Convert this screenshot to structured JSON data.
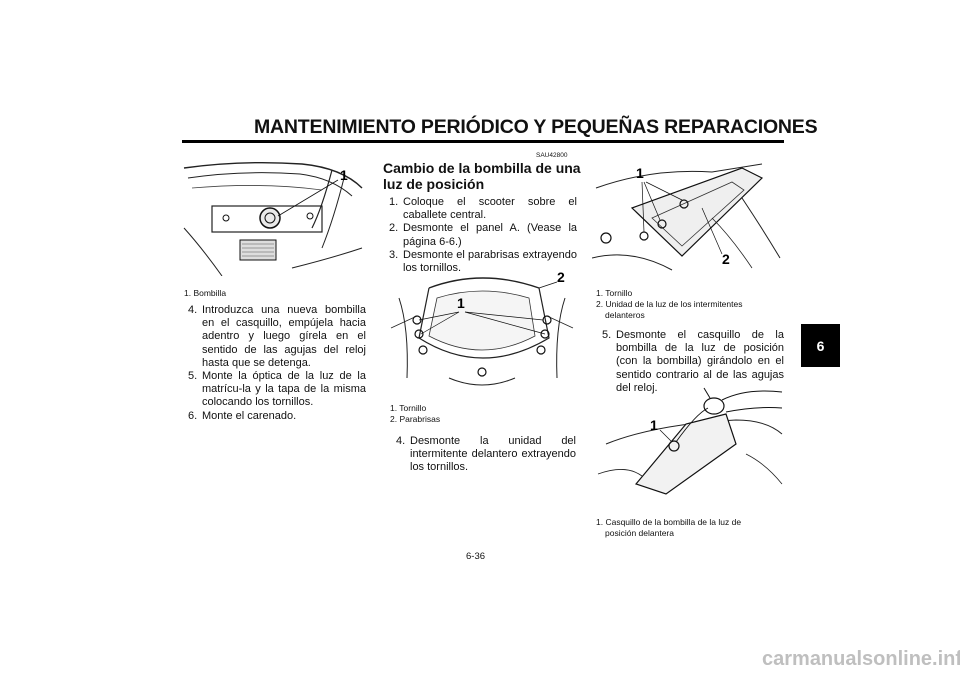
{
  "header": {
    "title": "MANTENIMIENTO PERIÓDICO Y PEQUEÑAS REPARACIONES"
  },
  "chapter_tab": "6",
  "figure1": {
    "callout": "1",
    "caption": "1. Bombilla"
  },
  "left_steps": [
    {
      "n": "4.",
      "text": "Introduzca una nueva bombilla en el casquillo, empújela hacia adentro y luego gírela en el sentido de las agujas del reloj hasta que se detenga."
    },
    {
      "n": "5.",
      "text": "Monte la óptica de la luz de la matrícu-la y la tapa de la misma colocando los tornillos."
    },
    {
      "n": "6.",
      "text": "Monte el carenado."
    }
  ],
  "section": {
    "code": "SAU42800",
    "title": "Cambio de la bombilla de una luz de posición",
    "steps": [
      {
        "n": "1.",
        "text": "Coloque el scooter sobre el caballete central."
      },
      {
        "n": "2.",
        "text": "Desmonte el panel A. (Vease la página 6-6.)"
      },
      {
        "n": "3.",
        "text": "Desmonte el parabrisas extrayendo los tornillos."
      }
    ]
  },
  "figure2": {
    "callout_1": "1",
    "callout_2": "2",
    "caption_1": "1. Tornillo",
    "caption_2": "2. Parabrisas"
  },
  "middle_steps": [
    {
      "n": "4.",
      "text": "Desmonte la unidad del intermitente delantero extrayendo los tornillos."
    }
  ],
  "figure3": {
    "callout_1": "1",
    "callout_2": "2",
    "caption_1": "1. Tornillo",
    "caption_2a": "2. Unidad de la luz de los intermitentes",
    "caption_2b": "delanteros"
  },
  "right_steps": [
    {
      "n": "5.",
      "text": "Desmonte el casquillo de la bombilla de la luz de posición (con la bombilla) girándolo en el sentido contrario al de las agujas del reloj."
    }
  ],
  "figure4": {
    "callout": "1",
    "caption_a": "1. Casquillo de la bombilla de la luz de",
    "caption_b": "posición delantera"
  },
  "page_number": "6-36",
  "footer": "carmanualsonline.info"
}
